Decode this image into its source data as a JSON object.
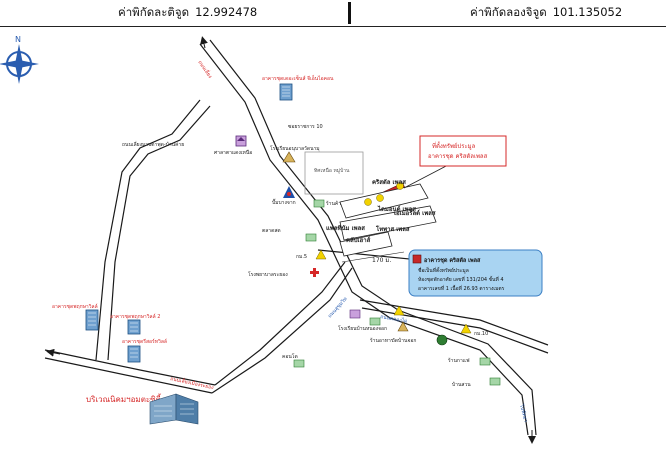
{
  "header": {
    "latitude_label": "ค่าพิกัดละติจูด",
    "latitude_value": "12.992478",
    "longitude_label": "ค่าพิกัดลองจิจูด",
    "longitude_value": "101.135052"
  },
  "compass": {
    "north_label": "N"
  },
  "map": {
    "roads": {
      "top_road": "ถนนเลี่ยง",
      "left_road": "ถนนเลี่ยงมาบตาพุด-บ้านค่าย",
      "bottom_road": "ถนนเลี่ยงเมืองระยอง",
      "main_road_mid": "ถนนสุขุมวิท",
      "side_road": "ถนนคลองไผ่",
      "bottom_right_road": "ไปพัทยา"
    },
    "places": {
      "apartment_top": "อาคารชุดเดอะเซ็นส์ จีเอ็นไอคอน",
      "apartment_left": "อาคารชุดพฤกษาวิลล์",
      "apartment_left2": "อาคารชุดพฤกษาวิลล์ 2",
      "apartment_left3": "อาคารชุดรีสอร์ทวิลล์",
      "soi": "ซอยราชการ 10",
      "school": "โรงเรียนอนุบาลวัดนามุ",
      "temple": "ศาลาตาแดงเหนือ",
      "gas_station": "ปั๊มบางจาก",
      "village_box": "ทิศเหนือ หมู่บ้าน",
      "shop1": "ร้านค้า",
      "shop2": "ตลาดสด",
      "hospital": "โรงพยาบาลระยอง",
      "school2": "โรงเรียนบ้านหนองจอก",
      "school3": "วัดบ้านจอก",
      "shop3": "ร้านอาหาร",
      "shop4": "ร้านกาแฟ",
      "shop5": "คอนโด",
      "shop6": "บ้านสวน",
      "km_label": "กม.10",
      "km_label2": "กม.5",
      "estate": "บริเวณนิคมฯอมตะซิตี้"
    },
    "buildings": {
      "crystal": "คริสตัล เพลส",
      "platinum": "แพลทินัม เพลส",
      "emerald": "เอเมอรัลด์ เพลส",
      "diamond": "ไดมอนด์ เพลส",
      "topaz": "โทพาส เพลส",
      "club": "คลับเฮาส์"
    },
    "distance": "170 ม.",
    "location_callout_line1": "ที่ตั้งทรัพย์ประมูล",
    "location_callout_line2": "อาคารชุด คริสตัลเพลส",
    "info_box": {
      "title": "อาคารชุด คริสตัล เพลส",
      "line1": "ชื่อเป็นที่ตั้งทรัพย์ประมูล",
      "line2": "ห้องชุดพักอาศัย เลขที่ 131/204 ชั้นที่ 4",
      "line3": "อาคารเลขที่ 1 เนื้อที่ 26.93 ตารางเมตร"
    }
  },
  "colors": {
    "road": "#1a1a1a",
    "label_red": "#d62828",
    "label_black": "#222222",
    "info_fill": "#a9d4f2",
    "info_stroke": "#3b7fc4",
    "building_red": "#c62828",
    "sign_yellow": "#f2d200"
  }
}
